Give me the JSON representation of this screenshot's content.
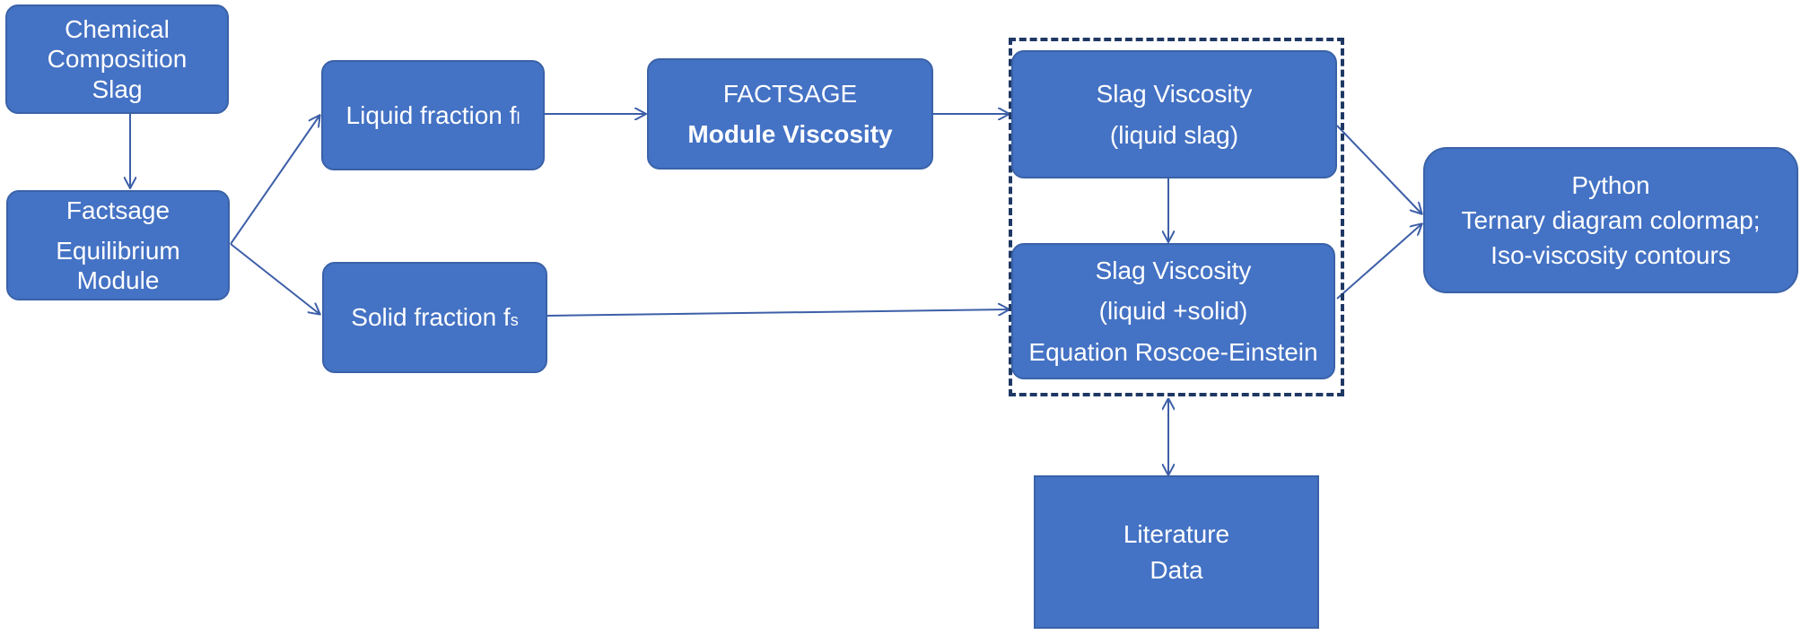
{
  "boxes": {
    "chemical_composition": {
      "lines": [
        "Chemical",
        "Composition",
        "Slag"
      ]
    },
    "factsage_equilibrium": {
      "lines": [
        "Factsage",
        "Equilibrium",
        "Module"
      ]
    },
    "liquid_fraction": {
      "label": "Liquid fraction f",
      "subscript": "l"
    },
    "solid_fraction": {
      "label": "Solid fraction f",
      "subscript": "s"
    },
    "factsage_viscosity": {
      "line1": "FACTSAGE",
      "line2": "Module Viscosity"
    },
    "slag_viscosity_liquid": {
      "line1": "Slag Viscosity",
      "line2": "(liquid slag)"
    },
    "slag_viscosity_mixed": {
      "line1": "Slag Viscosity",
      "line2": "(liquid +solid)",
      "line3": "Equation Roscoe-Einstein"
    },
    "python": {
      "line1": "Python",
      "line2": "Ternary diagram colormap;",
      "line3": "Iso-viscosity contours"
    },
    "literature": {
      "line1": "Literature",
      "line2": "Data"
    }
  },
  "colors": {
    "box_fill": "#4472c4",
    "box_border": "#3a62a8",
    "arrow": "#3d5fa8",
    "dashed_border": "#1f3864",
    "text": "#ffffff"
  }
}
